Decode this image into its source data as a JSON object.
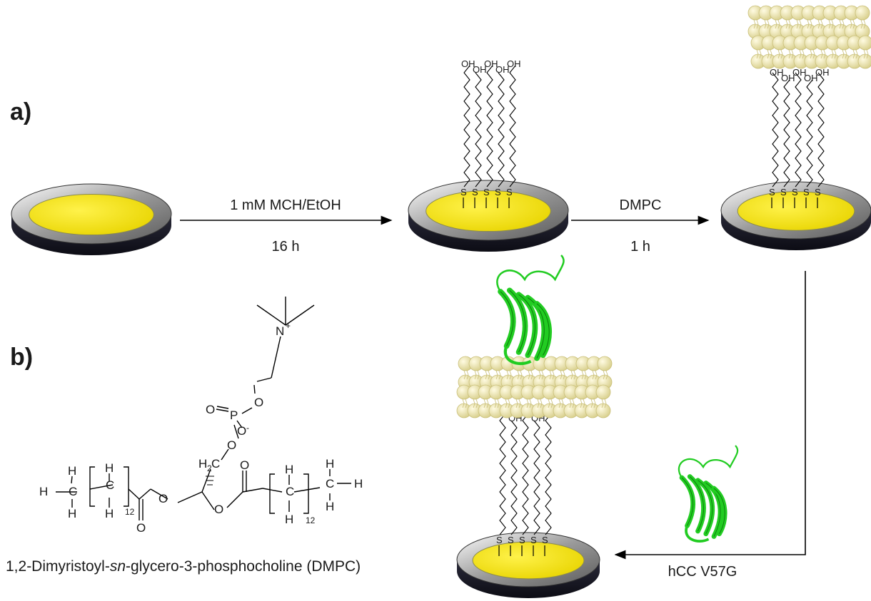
{
  "panels": {
    "a": "a)",
    "b": "b)"
  },
  "steps": {
    "step1": {
      "reagent": "1 mM MCH/EtOH",
      "time": "16 h"
    },
    "step2": {
      "reagent": "DMPC",
      "time": "1 h"
    },
    "step3": {
      "reagent": "hCC V57G"
    }
  },
  "surface": {
    "sulfur": "S",
    "hydroxyl": "OH"
  },
  "molecule": {
    "name_prefix": "1,2-Dimyristoyl-",
    "name_italic": "sn",
    "name_suffix": "-glycero-3-phosphocholine (DMPC)",
    "atoms": {
      "H": "H",
      "C": "C",
      "O": "O",
      "N": "N",
      "P": "P",
      "ch2": "H",
      "ch2_sub": "2",
      "repeat": "12",
      "plus": "+",
      "minus": "-"
    }
  },
  "colors": {
    "gold": "#ffee00",
    "disk": "#7a7a7a",
    "lipid": "#e6dfa6",
    "protein": "#22cc22"
  }
}
